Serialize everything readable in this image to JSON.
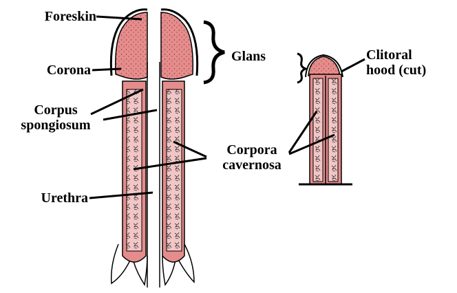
{
  "colors": {
    "tissue": "#e58c8c",
    "tissue_light": "#f2b8b8",
    "speckle": "#8a2f2f",
    "outline": "#000000",
    "background": "#ffffff"
  },
  "labels": {
    "foreskin": "Foreskin",
    "corona": "Corona",
    "corpus_line1": "Corpus",
    "corpus_line2": "spongiosum",
    "urethra": "Urethra",
    "glans": "Glans",
    "clitoral_line1": "Clitoral",
    "clitoral_line2": "hood (cut)",
    "corpora_line1": "Corpora",
    "corpora_line2": "cavernosa"
  },
  "icons": {
    "large_brace": "curly-brace-icon",
    "small_brace": "curly-brace-icon"
  }
}
